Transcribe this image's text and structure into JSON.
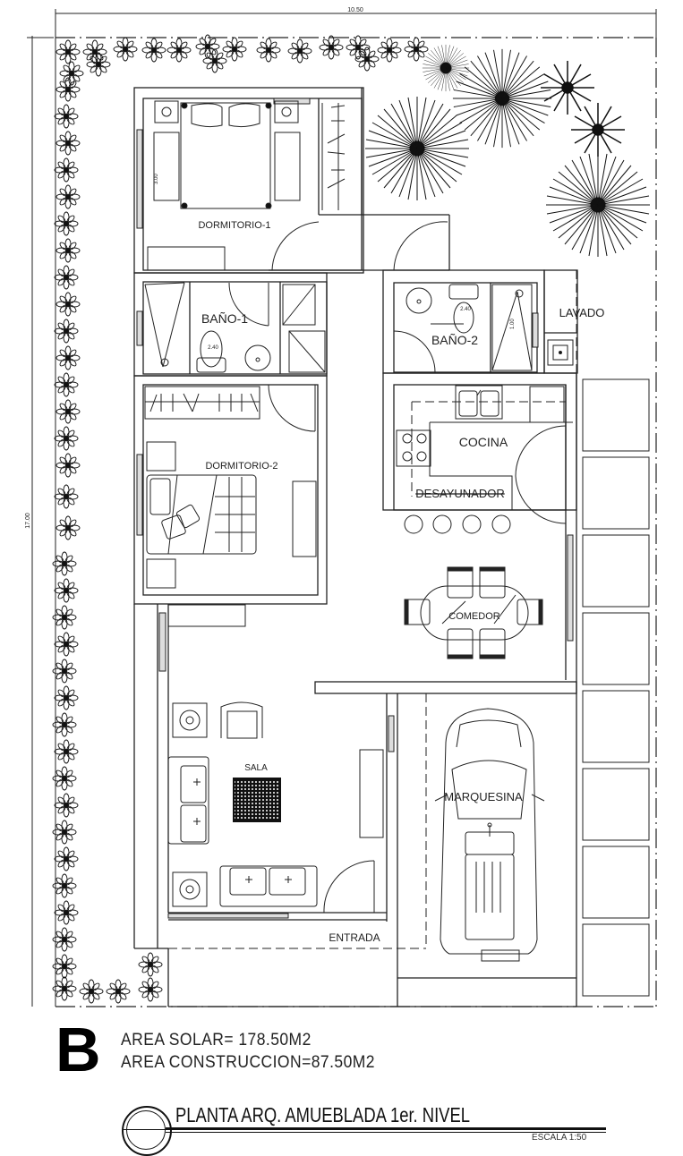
{
  "drawing": {
    "type": "architectural floor plan",
    "dimensions": {
      "width_label": "10.50",
      "height_label": "17.00",
      "bedroom1_dim": "3.00",
      "bath1_dim": "2.40",
      "bath2_dim": "2.40",
      "bath2_shower_dim": "1.00"
    },
    "rooms": [
      {
        "id": "dormitorio1",
        "label": "DORMITORIO-1"
      },
      {
        "id": "bano1",
        "label": "BAÑO-1"
      },
      {
        "id": "bano2",
        "label": "BAÑO-2"
      },
      {
        "id": "lavado",
        "label": "LAVADO"
      },
      {
        "id": "cocina",
        "label": "COCINA"
      },
      {
        "id": "desayunador",
        "label": "DESAYUNADOR"
      },
      {
        "id": "dormitorio2",
        "label": "DORMITORIO-2"
      },
      {
        "id": "comedor",
        "label": "COMEDOR"
      },
      {
        "id": "sala",
        "label": "SALA"
      },
      {
        "id": "marquesina",
        "label": "MARQUESINA"
      },
      {
        "id": "entrada",
        "label": "ENTRADA"
      }
    ]
  },
  "title_block": {
    "letter": "B",
    "area_solar": "AREA  SOLAR=  178.50M2",
    "area_construccion": "AREA  CONSTRUCCION=87.50M2",
    "plan_title": "PLANTA ARQ. AMUEBLADA 1er. NIVEL",
    "scale": "ESCALA  1:50"
  },
  "colors": {
    "line": "#222222",
    "background": "#ffffff"
  }
}
